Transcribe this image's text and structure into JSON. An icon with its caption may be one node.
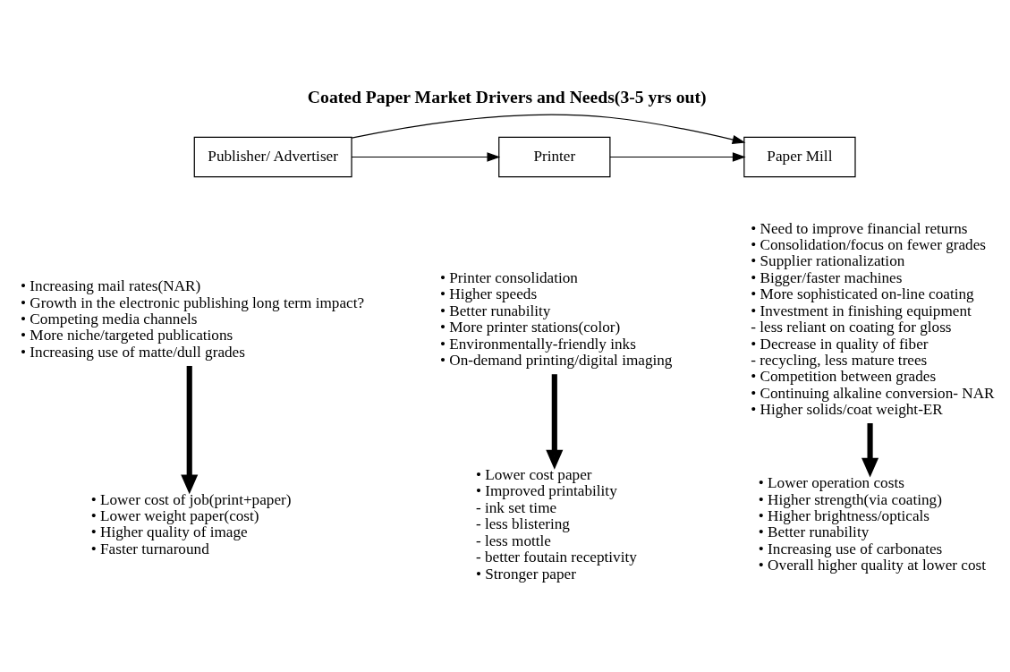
{
  "diagram": {
    "title": "Coated Paper Market Drivers and Needs(3-5 yrs out)",
    "nodes": [
      {
        "text": [
          "Publisher/ Advertiser"
        ]
      },
      {
        "text": [
          "Printer"
        ]
      },
      {
        "text": [
          "Paper Mill"
        ]
      },
      {
        "text": [
          "• Increasing mail rates(NAR)",
          "• Growth in the electronic publishing long term impact?",
          "• Competing media channels",
          "• More niche/targeted publications",
          "• Increasing use of matte/dull grades"
        ]
      },
      {
        "text": [
          "• Printer consolidation",
          "• Higher speeds",
          "• Better runability",
          "• More printer stations(color)",
          "• Environmentally-friendly inks",
          "• On-demand printing/digital imaging"
        ]
      },
      {
        "text": [
          "• Need to improve financial returns",
          "• Consolidation/focus on fewer grades",
          "• Supplier rationalization",
          "• Bigger/faster machines",
          "• More sophisticated on-line coating",
          "• Investment in finishing equipment",
          "- less reliant on coating for gloss",
          "• Decrease in quality of fiber",
          "- recycling, less mature trees",
          "• Competition between grades",
          "• Continuing alkaline conversion- NAR",
          "• Higher solids/coat weight-ER"
        ]
      },
      {
        "text": [
          "• Lower cost of job(print+paper)",
          "• Lower weight paper(cost)",
          "• Higher quality of image",
          "• Faster turnaround"
        ]
      },
      {
        "text": [
          "• Lower cost paper",
          "• Improved printability",
          "- ink set time",
          "- less blistering",
          "- less mottle",
          "- better foutain receptivity",
          "• Stronger paper"
        ]
      },
      {
        "text": [
          "• Lower operation costs",
          "• Higher strength(via coating)",
          "• Higher brightness/opticals",
          "• Better runability",
          "• Increasing use of carbonates",
          "• Overall higher quality at lower cost"
        ]
      }
    ],
    "edges": [
      {
        "from": 0,
        "to": 1,
        "arrow": "to"
      },
      {
        "from": 1,
        "to": 2,
        "arrow": "to"
      },
      {
        "from": 0,
        "to": 2,
        "arrow": "to"
      },
      {
        "from": 3,
        "to": 6,
        "arrow": "to",
        "style": "thick"
      },
      {
        "from": 4,
        "to": 7,
        "arrow": "to",
        "style": "thick"
      },
      {
        "from": 5,
        "to": 8,
        "arrow": "to",
        "style": "thick"
      }
    ]
  }
}
